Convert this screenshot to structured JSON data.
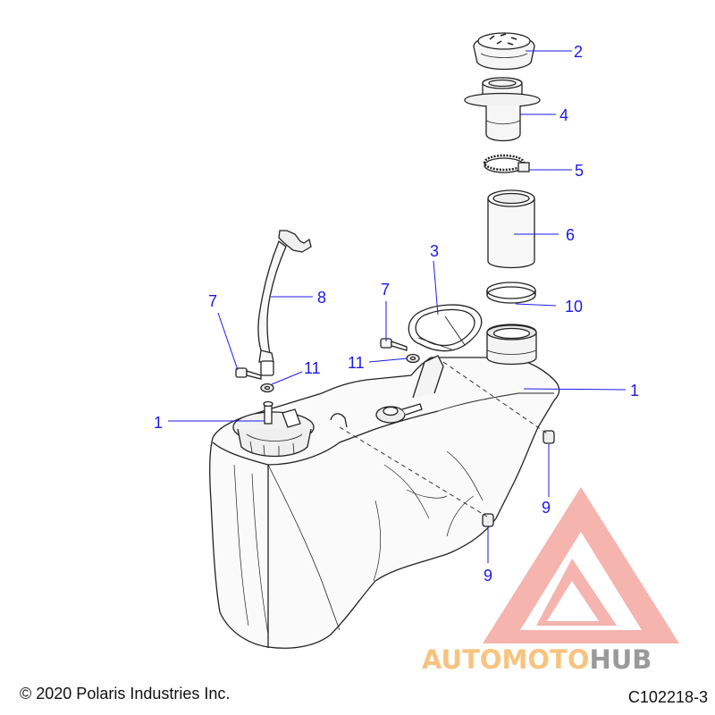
{
  "callouts": [
    {
      "id": "c-2",
      "label": "2"
    },
    {
      "id": "c-4",
      "label": "4"
    },
    {
      "id": "c-5",
      "label": "5"
    },
    {
      "id": "c-6",
      "label": "6"
    },
    {
      "id": "c-3",
      "label": "3"
    },
    {
      "id": "c-7a",
      "label": "7"
    },
    {
      "id": "c-8",
      "label": "8"
    },
    {
      "id": "c-7b",
      "label": "7"
    },
    {
      "id": "c-10",
      "label": "10"
    },
    {
      "id": "c-11b",
      "label": "11"
    },
    {
      "id": "c-11a",
      "label": "11"
    },
    {
      "id": "c-1a",
      "label": "1"
    },
    {
      "id": "c-1b",
      "label": "1"
    },
    {
      "id": "c-9a",
      "label": "9"
    },
    {
      "id": "c-9b",
      "label": "9"
    }
  ],
  "footer": {
    "copyright": "© 2020 Polaris Industries Inc.",
    "figure_id": "C102218-3"
  },
  "watermark": {
    "part1": "AUTOMOTO",
    "part2": "HUB",
    "color_primary": "#f4a7a0",
    "color_accent": "#f7c37f",
    "color_gray": "#9a9a9a"
  },
  "colors": {
    "callout": "#1a1ae6",
    "line": "#222222"
  }
}
